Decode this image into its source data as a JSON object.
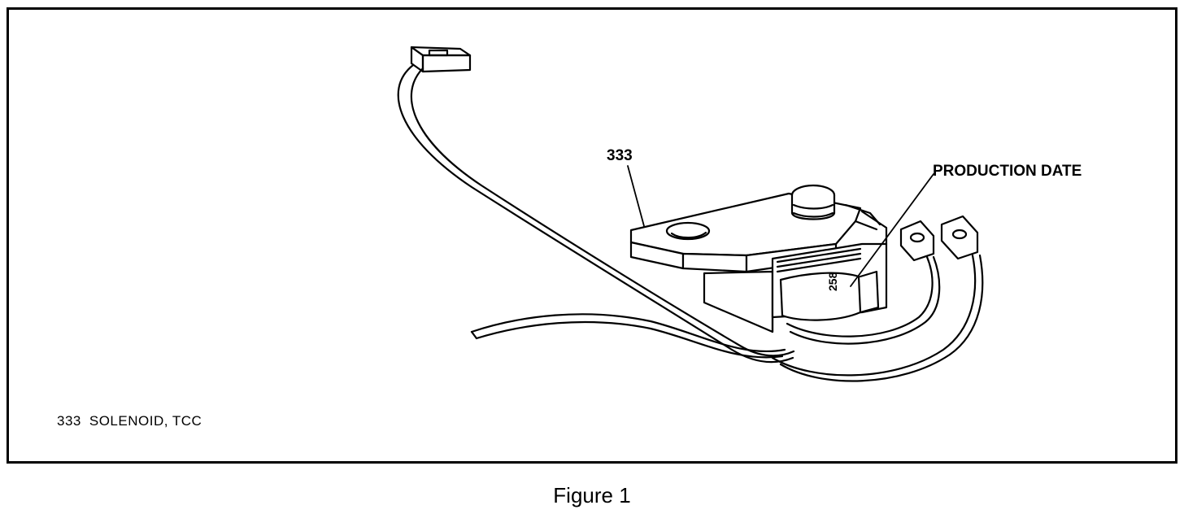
{
  "figure": {
    "caption": "Figure 1"
  },
  "callouts": {
    "part_number": "333",
    "production_date": "PRODUCTION DATE",
    "date_stamp": "258"
  },
  "legend": {
    "number": "333",
    "description": "SOLENOID, TCC"
  },
  "colors": {
    "ink": "#000000",
    "paper": "#ffffff"
  }
}
